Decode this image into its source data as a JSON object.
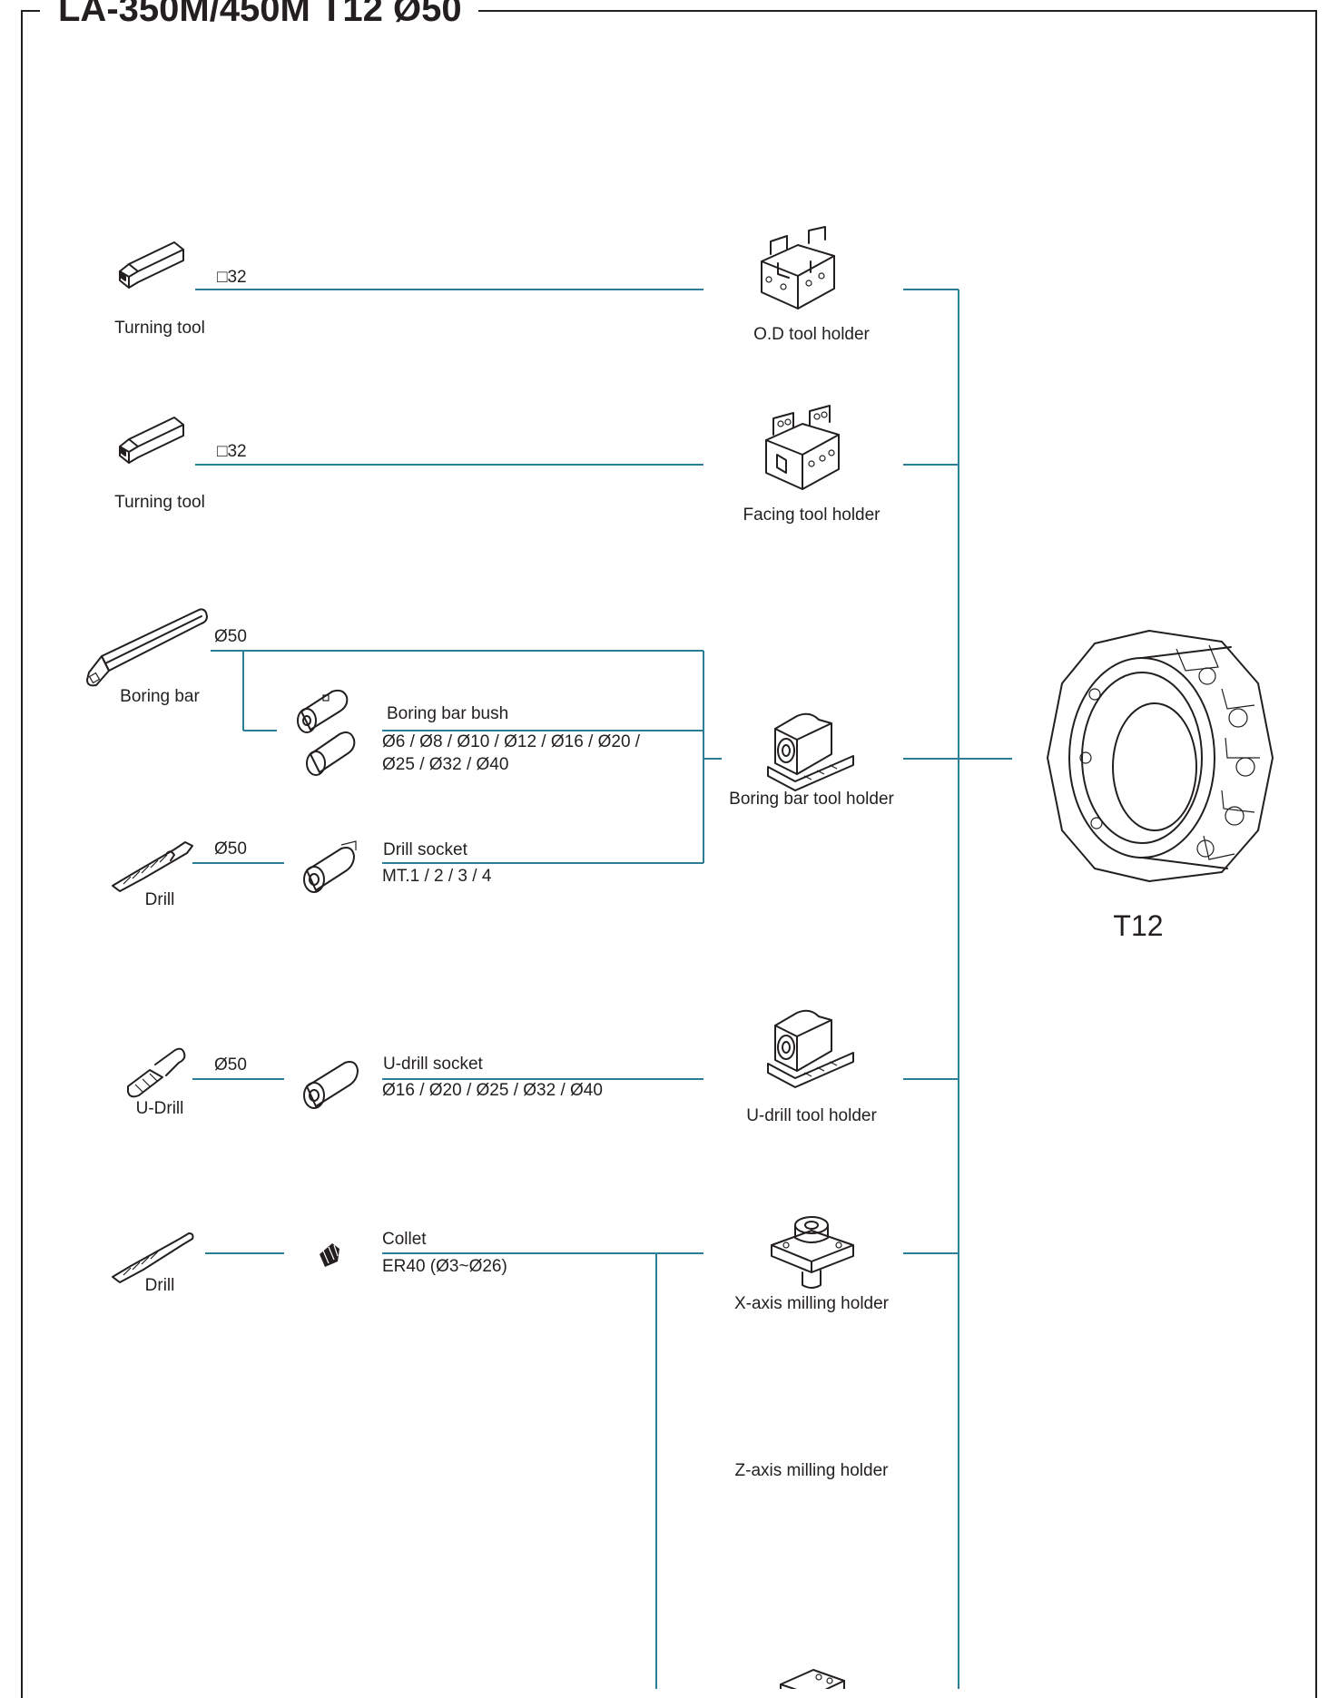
{
  "title": "LA-350M/450M T12 Ø50",
  "colors": {
    "connector": "#2a7f96",
    "ink": "#231f20",
    "background": "#ffffff"
  },
  "rows": {
    "od": {
      "tool": "Turning tool",
      "size": "□32",
      "holder": "O.D tool holder",
      "tool_icon": "turning-tool-icon",
      "holder_icon": "od-tool-holder-icon"
    },
    "face": {
      "tool": "Turning tool",
      "size": "□32",
      "holder": "Facing tool holder",
      "tool_icon": "turning-tool-icon",
      "holder_icon": "facing-tool-holder-icon"
    },
    "boring": {
      "tool": "Boring bar",
      "size": "Ø50",
      "bush_label": "Boring bar bush",
      "bush_sizes_1": "Ø6 / Ø8 / Ø10 / Ø12 / Ø16 / Ø20 /",
      "bush_sizes_2": "Ø25 / Ø32 / Ø40",
      "holder": "Boring bar tool holder"
    },
    "drill": {
      "tool": "Drill",
      "size": "Ø50",
      "socket": "Drill socket",
      "socket_sizes": "MT.1 / 2 / 3 / 4"
    },
    "udrill": {
      "tool": "U-Drill",
      "size": "Ø50",
      "socket": "U-drill socket",
      "socket_sizes": "Ø16 / Ø20 / Ø25 / Ø32 / Ø40",
      "holder": "U-drill tool holder"
    },
    "mill": {
      "tool": "Drill",
      "collet": "Collet",
      "collet_spec": "ER40 (Ø3~Ø26)",
      "holder_x": "X-axis milling holder",
      "holder_z": "Z-axis milling holder"
    }
  },
  "turret": {
    "label": "T12",
    "icon": "turret-icon"
  }
}
